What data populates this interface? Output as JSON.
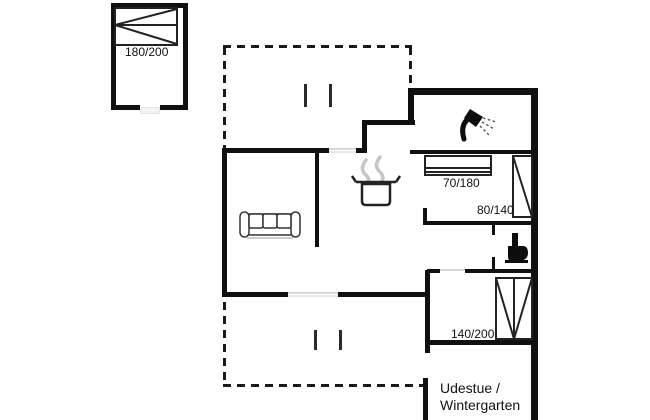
{
  "title": "Holiday home floor plan",
  "labels": {
    "annex_bed_size": "180/200",
    "bedroom1_bed_size": "70/180",
    "bedroom1_single_bed_size": "80/140",
    "bedroom2_bed_size": "140/200",
    "conservatory_line1": "Udestue /",
    "conservatory_line2": "Wintergarten"
  },
  "icons": [
    "double-bed-icon",
    "sofa-icon",
    "cooking-pot-icon",
    "shower-icon",
    "toilet-icon",
    "single-bed-icon",
    "double-bed-v-icon"
  ],
  "colors": {
    "wall": "#101010",
    "furniture_line": "#222222",
    "steam": "#c6c6c6",
    "door_gap": "#d8d8d8",
    "text": "#111111",
    "background": "#ffffff"
  }
}
